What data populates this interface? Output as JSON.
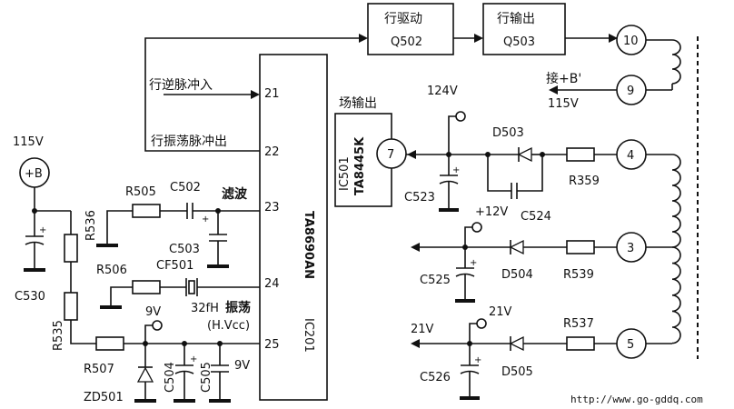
{
  "ic201": {
    "left_text": "IC201",
    "right_text": "TA8690AN",
    "pins": [
      "21",
      "22",
      "23",
      "24",
      "25"
    ]
  },
  "ic501": {
    "line1": "IC501",
    "line2": "TA8445K"
  },
  "blocks": {
    "q502": {
      "title": "行驱动",
      "code": "Q502"
    },
    "q503": {
      "title": "行输出",
      "code": "Q503"
    }
  },
  "signals": {
    "h_flyback_in": "行逆脉冲入",
    "h_osc_out": "行振荡脉冲出",
    "filter": "滤波",
    "osc": "振荡",
    "osc_sub": "(H.Vcc)",
    "field_out": "场输出",
    "connect_b": "接+B'",
    "v115_right": "115V",
    "v115_left": "115V",
    "plus_b": "+B",
    "v124": "124V",
    "v12": "+12V",
    "v21": "21V",
    "v21_out": "21V",
    "v9_top": "9V",
    "v9_right": "9V"
  },
  "nodes": [
    "10",
    "9",
    "4",
    "3",
    "5",
    "7"
  ],
  "components": {
    "r536": "R536",
    "r535": "R535",
    "r505": "R505",
    "c502": "C502",
    "c503": "C503",
    "r506": "R506",
    "cf501": "CF501",
    "cf501_freq": "32fH",
    "c530": "C530",
    "r507": "R507",
    "zd501": "ZD501",
    "c504": "C504",
    "c505": "C505",
    "d503": "D503",
    "r359": "R359",
    "c523": "C523",
    "c524": "C524",
    "c525": "C525",
    "d504": "D504",
    "r539": "R539",
    "c526": "C526",
    "d505": "D505",
    "r537": "R537"
  },
  "watermark": "http://www.go-gddq.com"
}
